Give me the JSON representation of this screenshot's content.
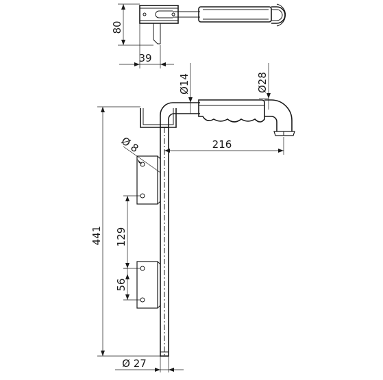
{
  "dimensions": {
    "top_view_height": "80",
    "top_view_width": "39",
    "rod_diameter": "Ø14",
    "grip_diameter": "Ø28",
    "handle_reach": "216",
    "hole_diameter": "Ø 8",
    "overall_length": "441",
    "bracket_spacing": "129",
    "bracket_height": "56",
    "bolt_diameter": "Ø 27"
  }
}
